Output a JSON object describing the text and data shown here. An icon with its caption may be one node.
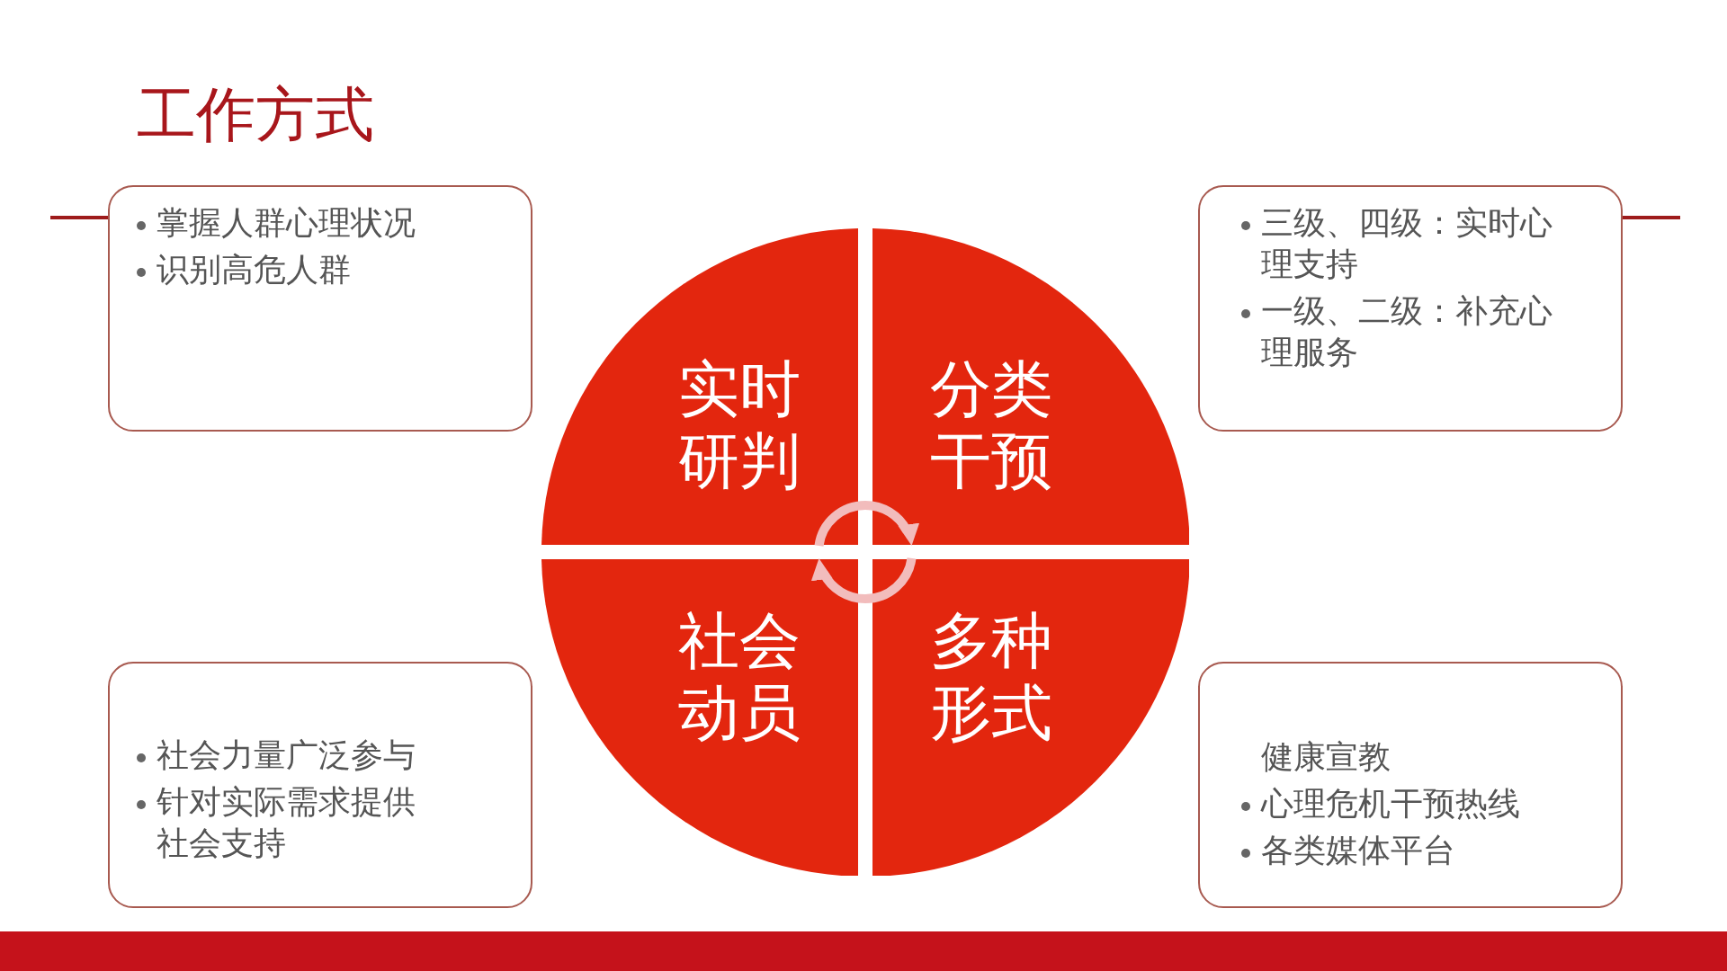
{
  "diagram": {
    "title": "工作方式",
    "nodes": [
      {
        "text": [
          "掌握人群心理状况",
          "识别高危人群"
        ]
      },
      {
        "text": [
          "三级、四级：实时心理支持",
          "一级、二级：补充心理服务"
        ]
      },
      {
        "text": [
          "实时研判"
        ]
      },
      {
        "text": [
          "分类干预"
        ]
      },
      {
        "text": [
          "社会动员"
        ]
      },
      {
        "text": [
          "多种形式"
        ]
      },
      {
        "text": [
          "社会力量广泛参与",
          "针对实际需求提供社会支持"
        ]
      },
      {
        "text": [
          "健康宣教",
          "心理危机干预热线",
          "各类媒体平台"
        ]
      }
    ],
    "edges": [
      {
        "from": 2,
        "to": 3,
        "arrow": "to"
      },
      {
        "from": 5,
        "to": 4,
        "arrow": "to"
      }
    ]
  }
}
